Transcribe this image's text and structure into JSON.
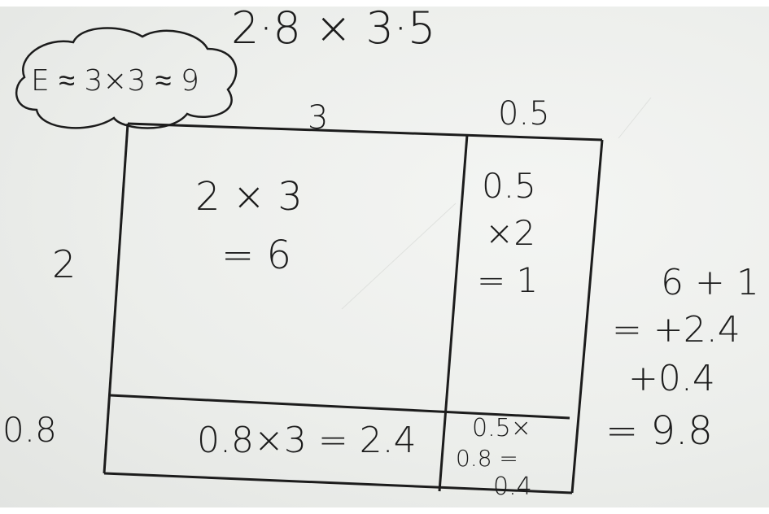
{
  "problem": "2·8 × 3·5",
  "estimate": "E ≈ 3×3 ≈ 9",
  "top_labels": {
    "col1": "3",
    "col2": "0.5"
  },
  "side_labels": {
    "row1": "2",
    "row2": "0.8"
  },
  "cells": {
    "top_left": [
      "2 × 3",
      "= 6"
    ],
    "top_right": [
      "0.5",
      "×2",
      "= 1"
    ],
    "bottom_left": "0.8×3 = 2.4",
    "bottom_right": [
      "0.5×",
      "0.8 =",
      "0.4"
    ]
  },
  "sum": [
    "6 + 1",
    "= +2.4",
    "+0.4",
    "= 9.8"
  ]
}
